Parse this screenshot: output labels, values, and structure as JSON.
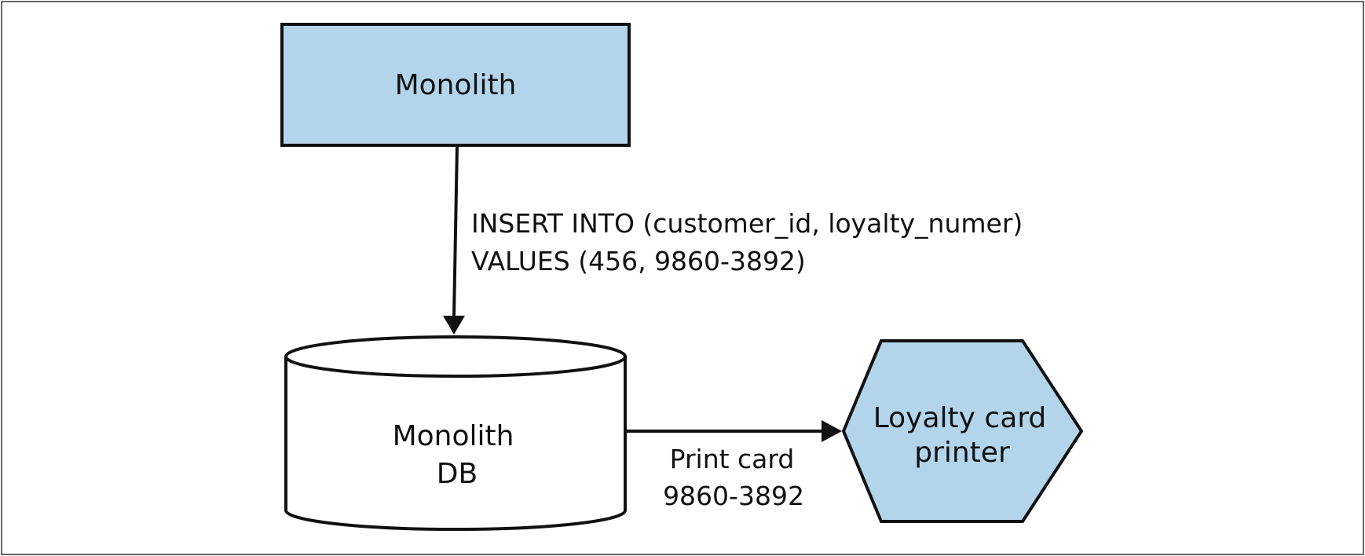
{
  "colors": {
    "node_fill": "#b3d5eb",
    "db_fill": "#ffffff",
    "stroke": "#111111"
  },
  "nodes": {
    "monolith": {
      "label": "Monolith"
    },
    "monolith_db": {
      "label_line1": "Monolith",
      "label_line2": "DB"
    },
    "loyalty_printer": {
      "label_line1": "Loyalty card",
      "label_line2": "printer"
    }
  },
  "edges": {
    "insert": {
      "label_line1": "INSERT INTO (customer_id, loyalty_numer)",
      "label_line2": "VALUES (456, 9860-3892)"
    },
    "print": {
      "label_line1": "Print card",
      "label_line2": "9860-3892"
    }
  }
}
